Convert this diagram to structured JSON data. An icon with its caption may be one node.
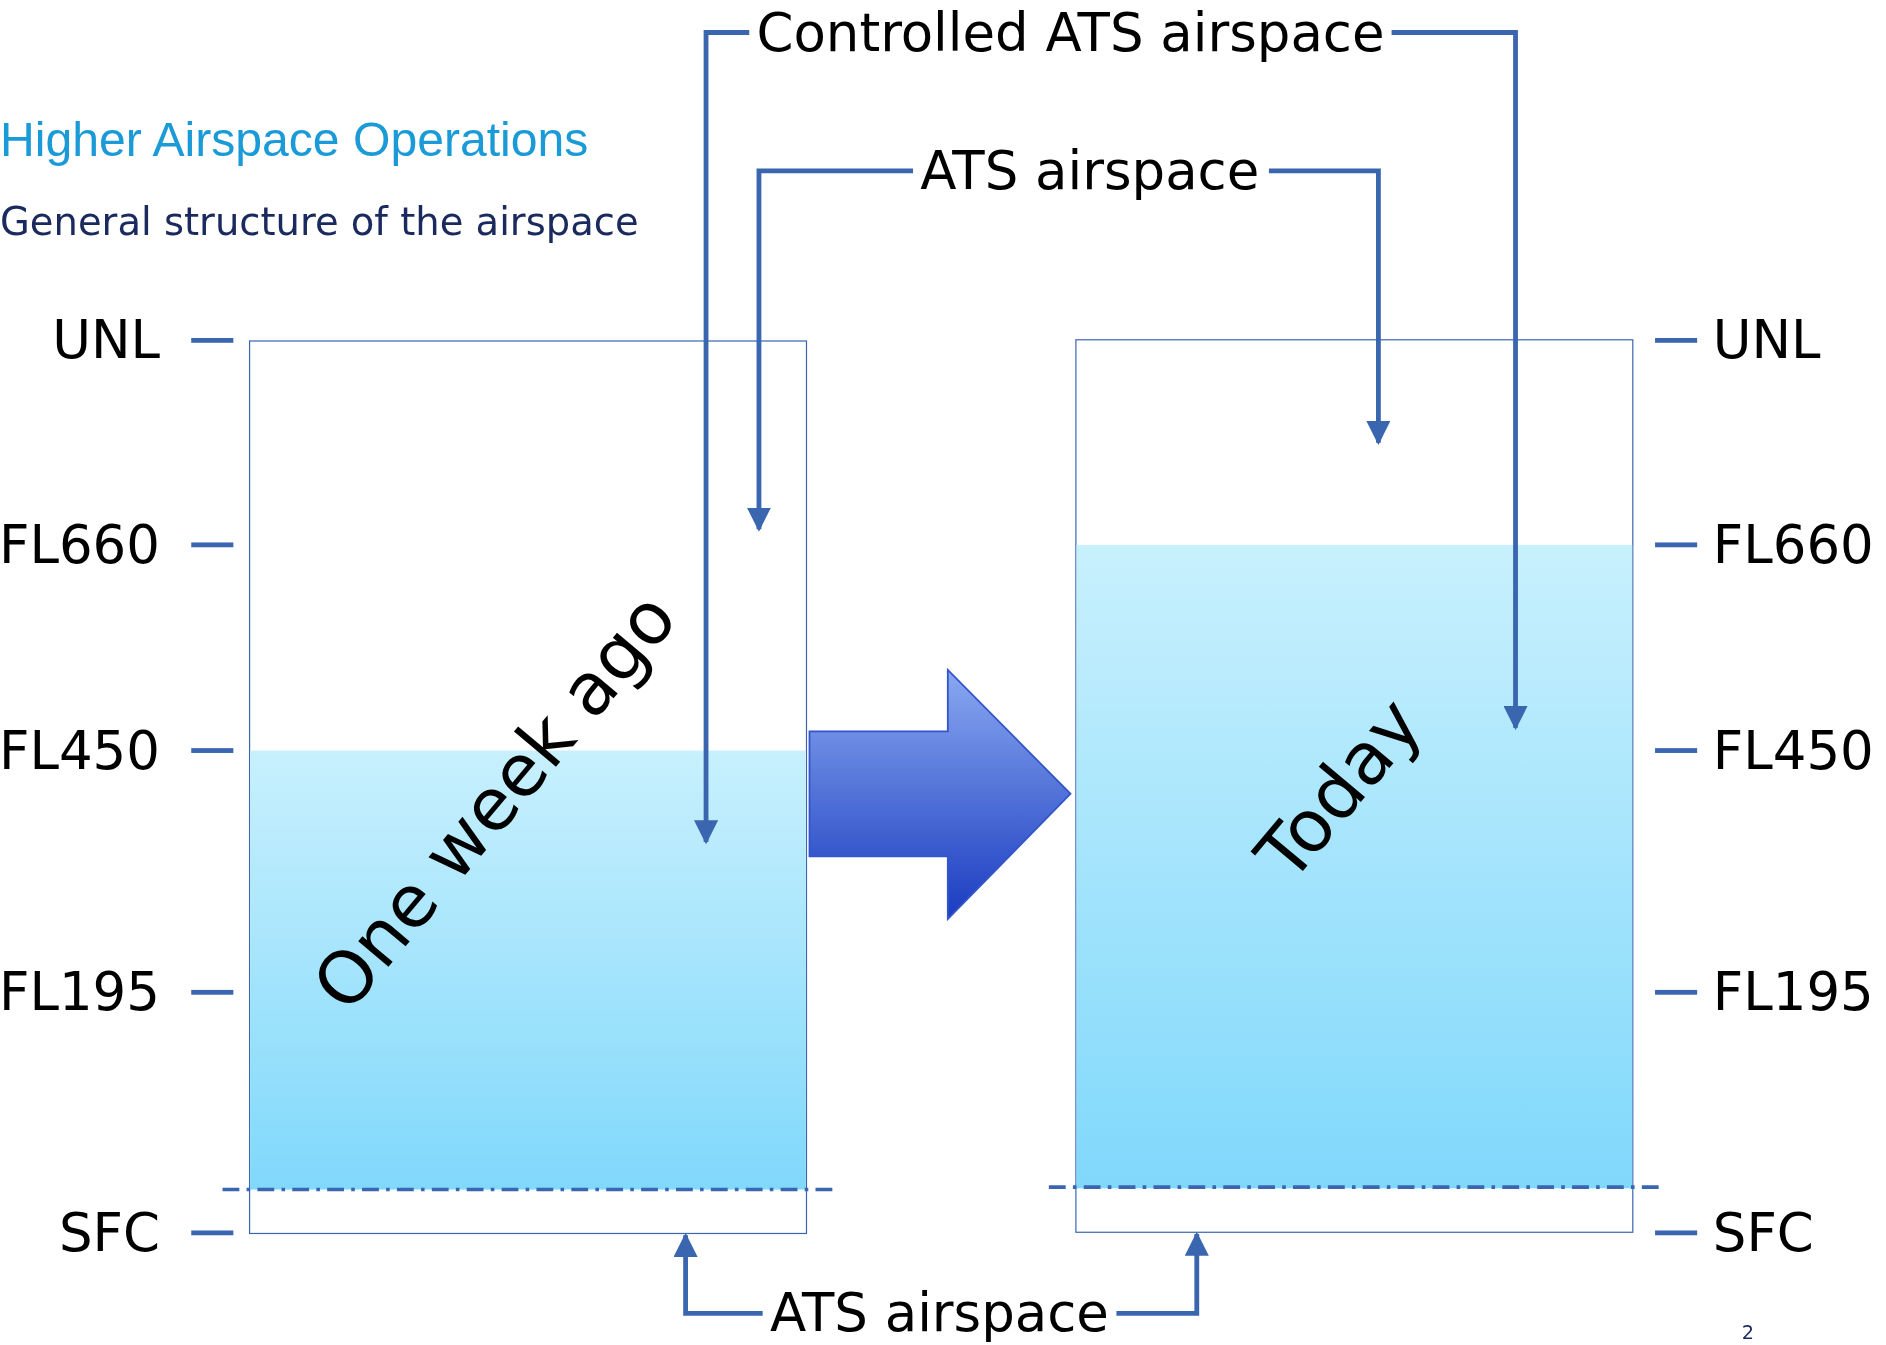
{
  "diagram": {
    "title": "Higher Airspace Operations",
    "nodes": [
      {
        "text": [
          "Controlled ATS airspace"
        ]
      },
      {
        "text": [
          "ATS airspace"
        ]
      },
      {
        "text": [],
        "shape": "box"
      },
      {
        "text": [
          "One week ago"
        ],
        "in": 2
      },
      {
        "text": [],
        "shape": "box"
      },
      {
        "text": [
          "Today"
        ],
        "in": 4
      },
      {
        "text": [
          "ATS airspace"
        ]
      }
    ],
    "edges": [
      {
        "from": 0,
        "to": 3,
        "arrow": "to"
      },
      {
        "from": 0,
        "to": 5,
        "arrow": "to"
      },
      {
        "from": 1,
        "to": 2,
        "arrow": "to"
      },
      {
        "from": 1,
        "to": 4,
        "arrow": "to"
      },
      {
        "from": 6,
        "to": 2,
        "arrow": "to"
      },
      {
        "from": 6,
        "to": 4,
        "arrow": "to"
      },
      {
        "from": 2,
        "to": 4,
        "arrow": "to",
        "style": "thick",
        "color": "#3355cc"
      }
    ],
    "labels": [
      "General structure of the airspace",
      "UNL",
      "UNL",
      "FL660",
      "FL660",
      "FL450",
      "FL450",
      "FL195",
      "FL195",
      "SFC",
      "SFC",
      "2"
    ]
  }
}
